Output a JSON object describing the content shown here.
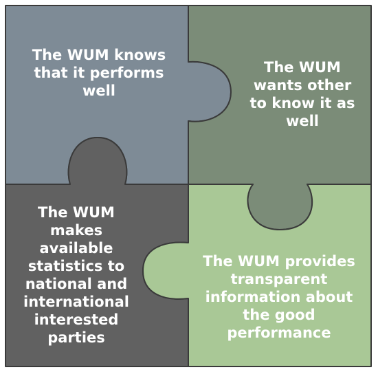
{
  "diagram": {
    "pieces": [
      {
        "id": "top-left",
        "text": "The WUM knows\nthat it performs\nwell",
        "color": "#7e8b96"
      },
      {
        "id": "top-right",
        "text": "The WUM\nwants other\nto know it as\nwell",
        "color": "#7b8c78"
      },
      {
        "id": "bottom-left",
        "text": "The WUM\nmakes\navailable\nstatistics to\nnational and\ninternational\ninterested\nparties",
        "color": "#616161"
      },
      {
        "id": "bottom-right",
        "text": "The WUM provides\ntransparent\ninformation about\nthe good\nperformance",
        "color": "#a9c896"
      }
    ]
  }
}
